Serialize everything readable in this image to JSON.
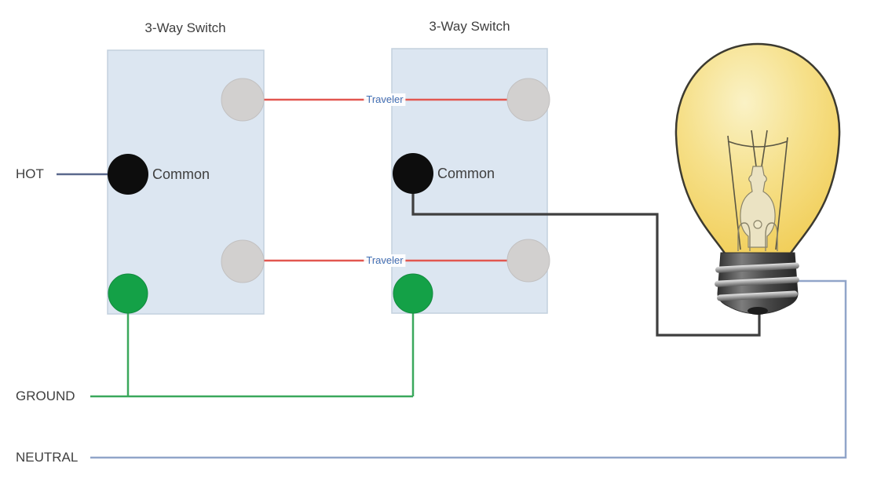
{
  "switches": [
    {
      "title": "3-Way Switch",
      "common_label": "Common"
    },
    {
      "title": "3-Way Switch",
      "common_label": "Common"
    }
  ],
  "wire_labels": {
    "hot": "HOT",
    "ground": "GROUND",
    "neutral": "NEUTRAL",
    "traveler_top": "Traveler",
    "traveler_bottom": "Traveler"
  },
  "colors": {
    "hot_wire": "#5a688c",
    "traveler_wire": "#e25750",
    "load_wire": "#3f3f3f",
    "ground_wire": "#3aa85c",
    "neutral_wire": "#91a5c9",
    "common_terminal": "#0d0d0d",
    "traveler_terminal": "#d2d0cf",
    "ground_terminal": "#14a147",
    "switch_fill": "#dce6f1",
    "switch_border": "#c3d0de",
    "traveler_text": "#4170b4",
    "label_text": "#3f3f3f",
    "bulb_glass": "#f1cd55",
    "bulb_base": "#4a4a4a"
  }
}
